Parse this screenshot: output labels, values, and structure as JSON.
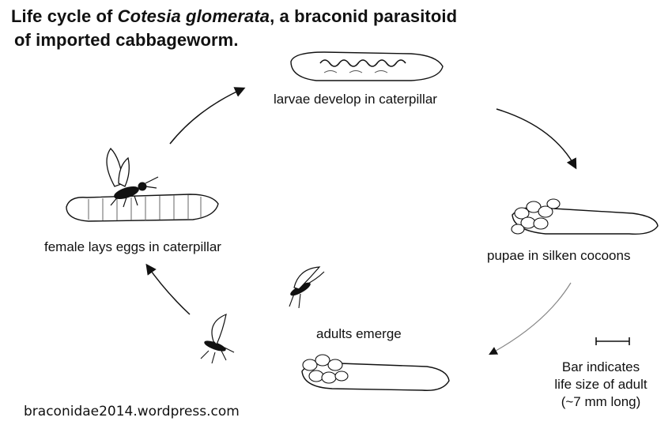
{
  "title": {
    "line1_prefix": "Life cycle of ",
    "species": "Cotesia glomerata",
    "line1_suffix": ",  a braconid parasitoid",
    "line2": "of imported cabbageworm."
  },
  "stages": [
    {
      "label": "larvae develop in caterpillar"
    },
    {
      "label": "pupae in silken cocoons"
    },
    {
      "label": "adults emerge"
    },
    {
      "label": "female lays eggs in caterpillar"
    }
  ],
  "scale_note": {
    "line1": "Bar indicates",
    "line2": "life size of adult",
    "line3": "(~7 mm long)"
  },
  "credit": "braconidae2014.wordpress.com"
}
